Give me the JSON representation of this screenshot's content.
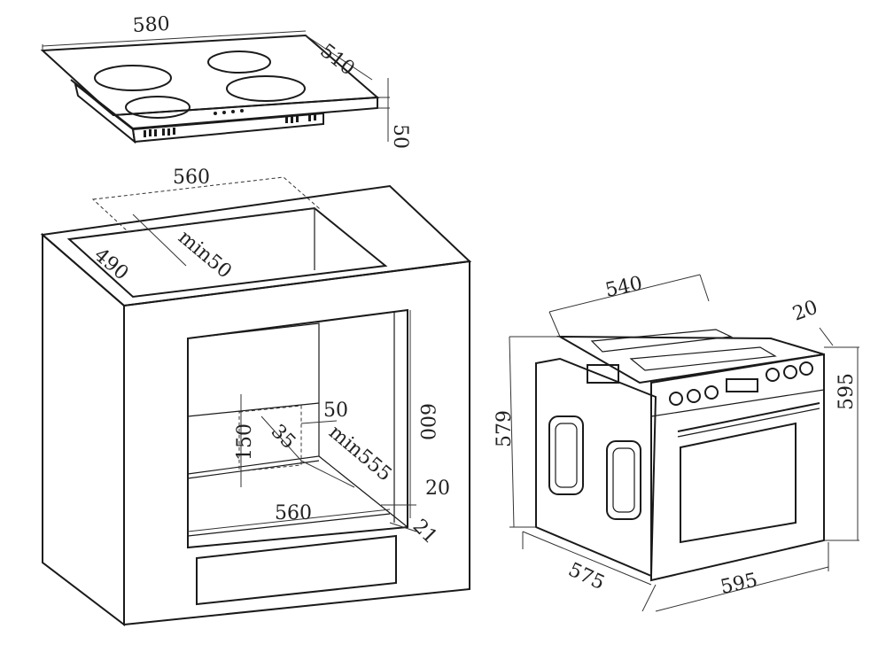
{
  "hob": {
    "width": "580",
    "depth": "510",
    "height": "50"
  },
  "cabinet": {
    "cutout_width": "560",
    "cutout_depth": "490",
    "min_gap_back": "min50",
    "vent_height": "150",
    "vent_offset": "35",
    "gap_50": "50",
    "inner_height": "600",
    "min_depth": "min555",
    "side_gap": "20",
    "inner_width": "560",
    "bottom_gap": "21"
  },
  "oven": {
    "top_depth": "540",
    "front_thickness": "20",
    "body_height": "579",
    "front_height": "595",
    "body_depth": "575",
    "front_width": "595"
  }
}
